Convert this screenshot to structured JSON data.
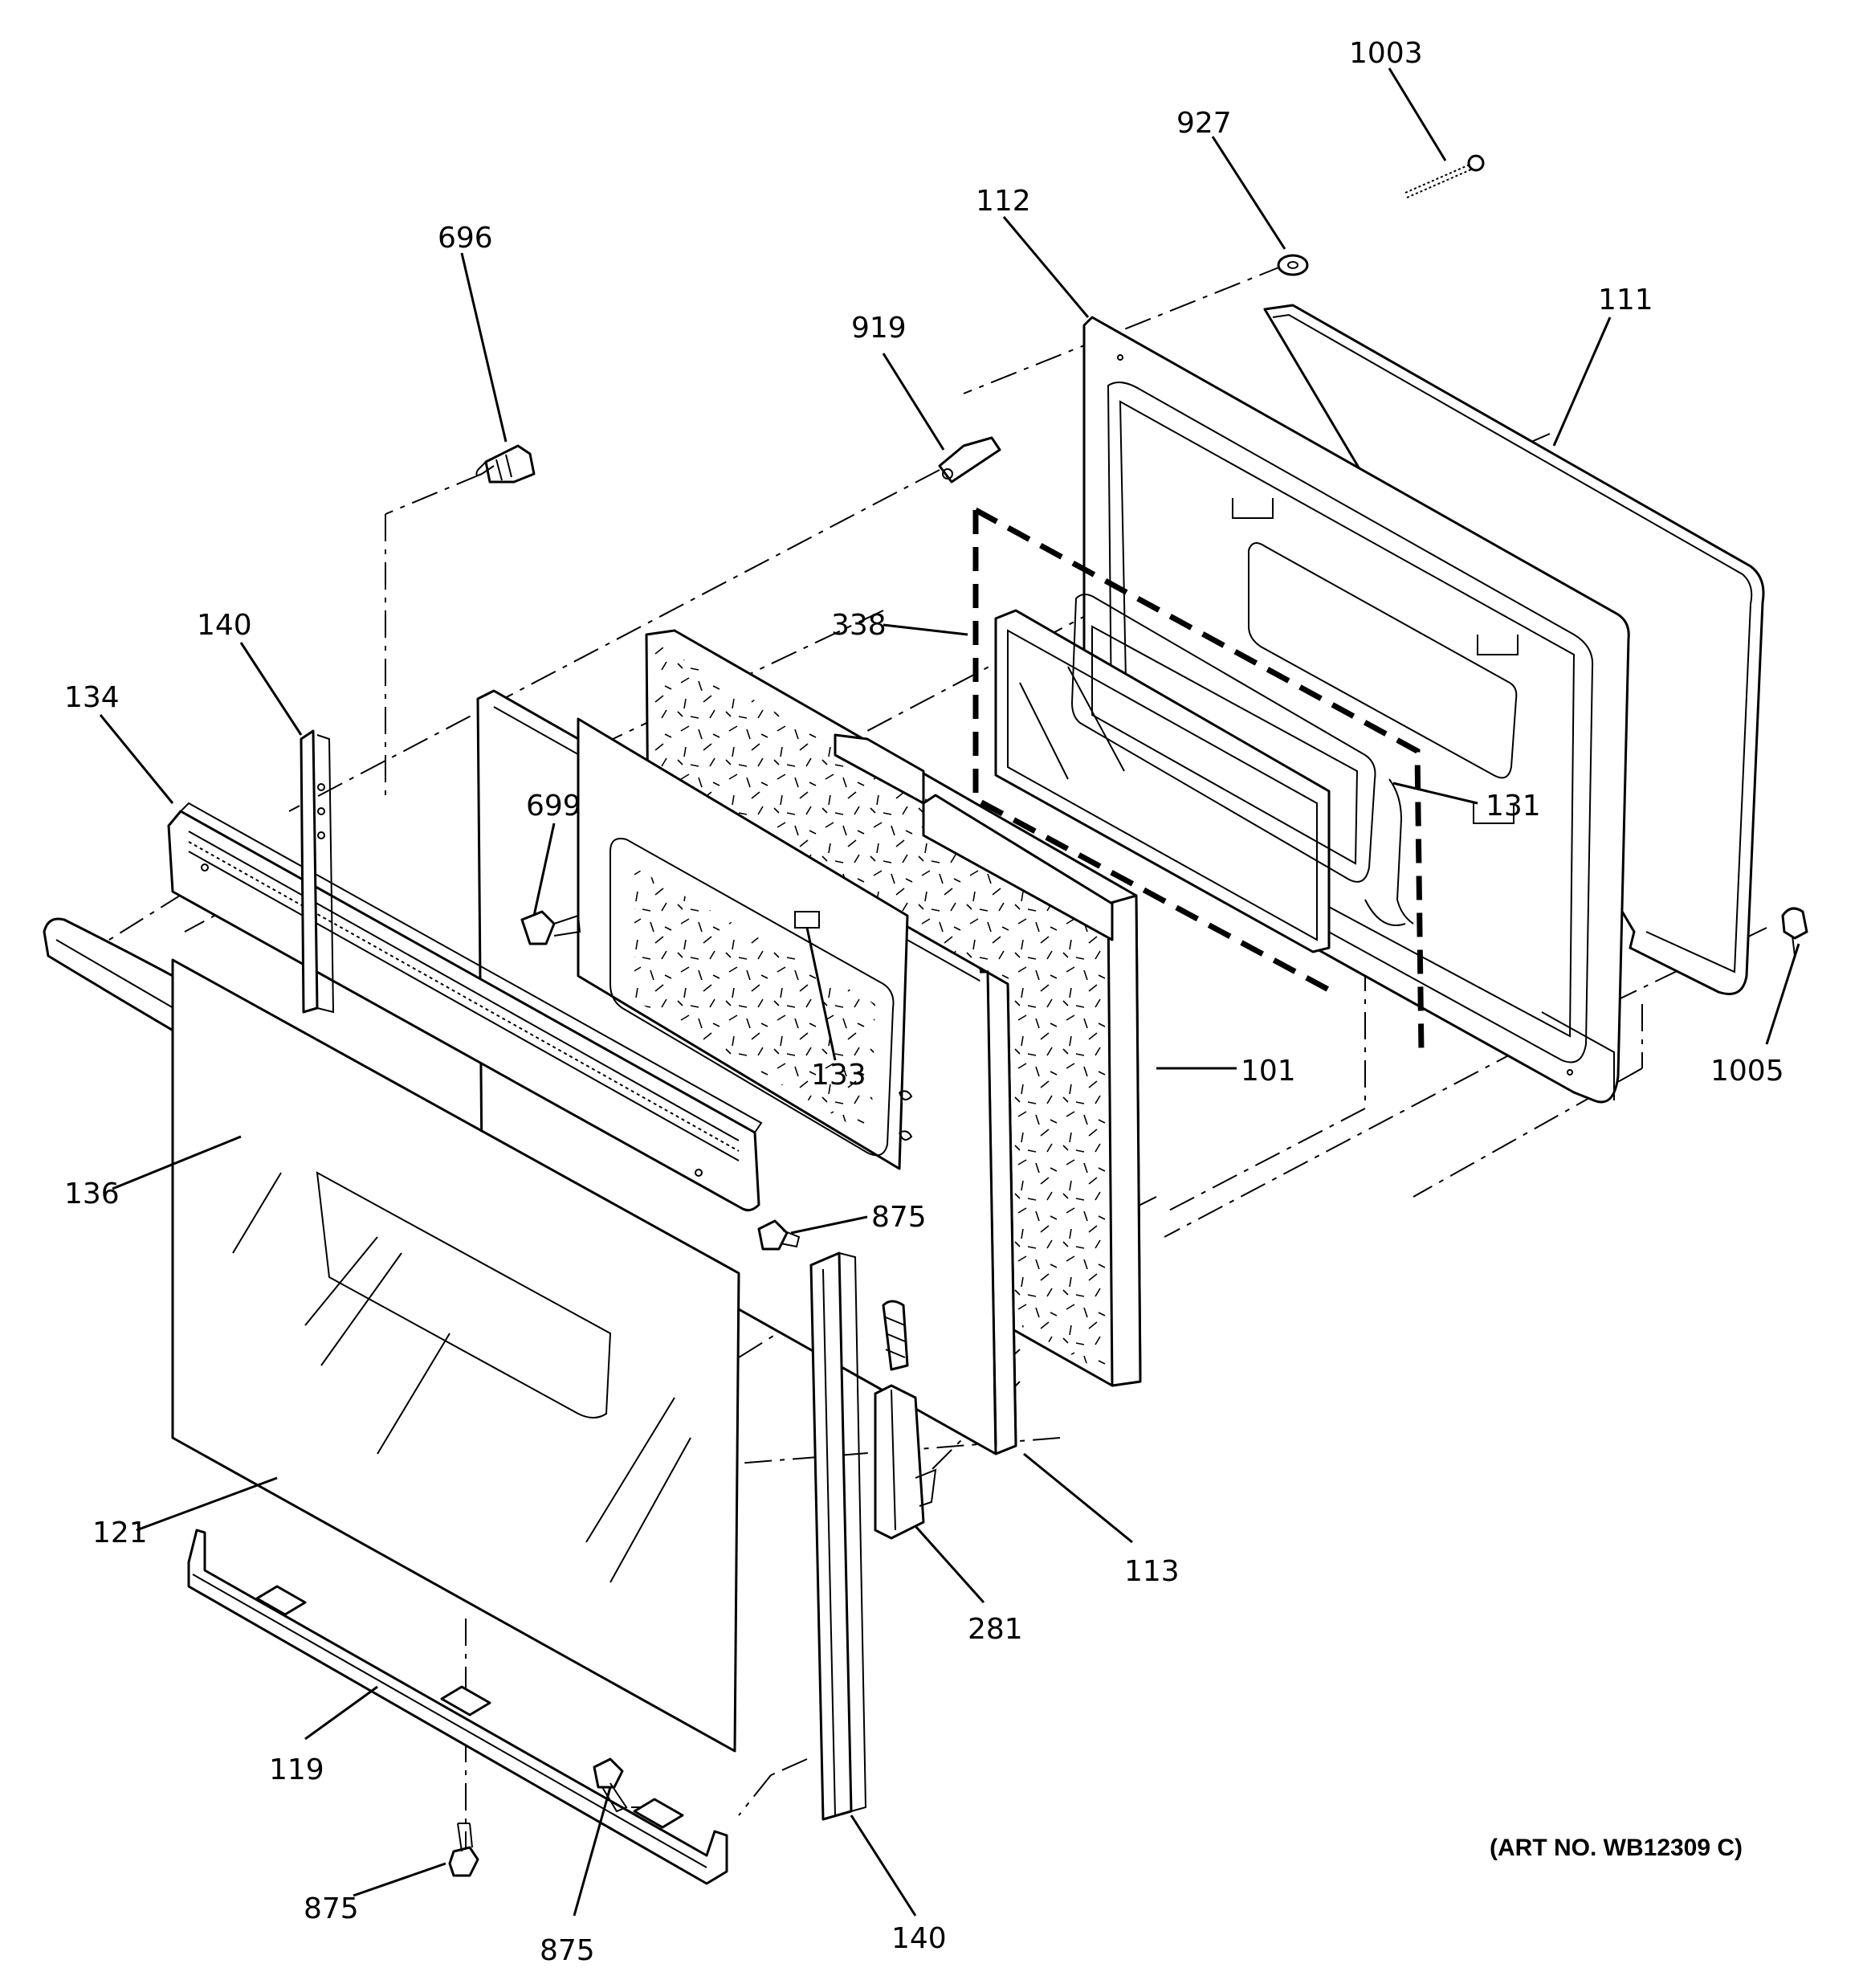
{
  "art_number": "(ART NO. WB12309 C)",
  "callouts": {
    "c1003": "1003",
    "c927": "927",
    "c112": "112",
    "c111": "111",
    "c919": "919",
    "c696": "696",
    "c338": "338",
    "c140_top": "140",
    "c134": "134",
    "c699": "699",
    "c131": "131",
    "c133": "133",
    "c101": "101",
    "c1005": "1005",
    "c136": "136",
    "c875_mid": "875",
    "c121": "121",
    "c113": "113",
    "c281": "281",
    "c119": "119",
    "c875_left": "875",
    "c875_bottom": "875",
    "c140_bottom": "140"
  }
}
